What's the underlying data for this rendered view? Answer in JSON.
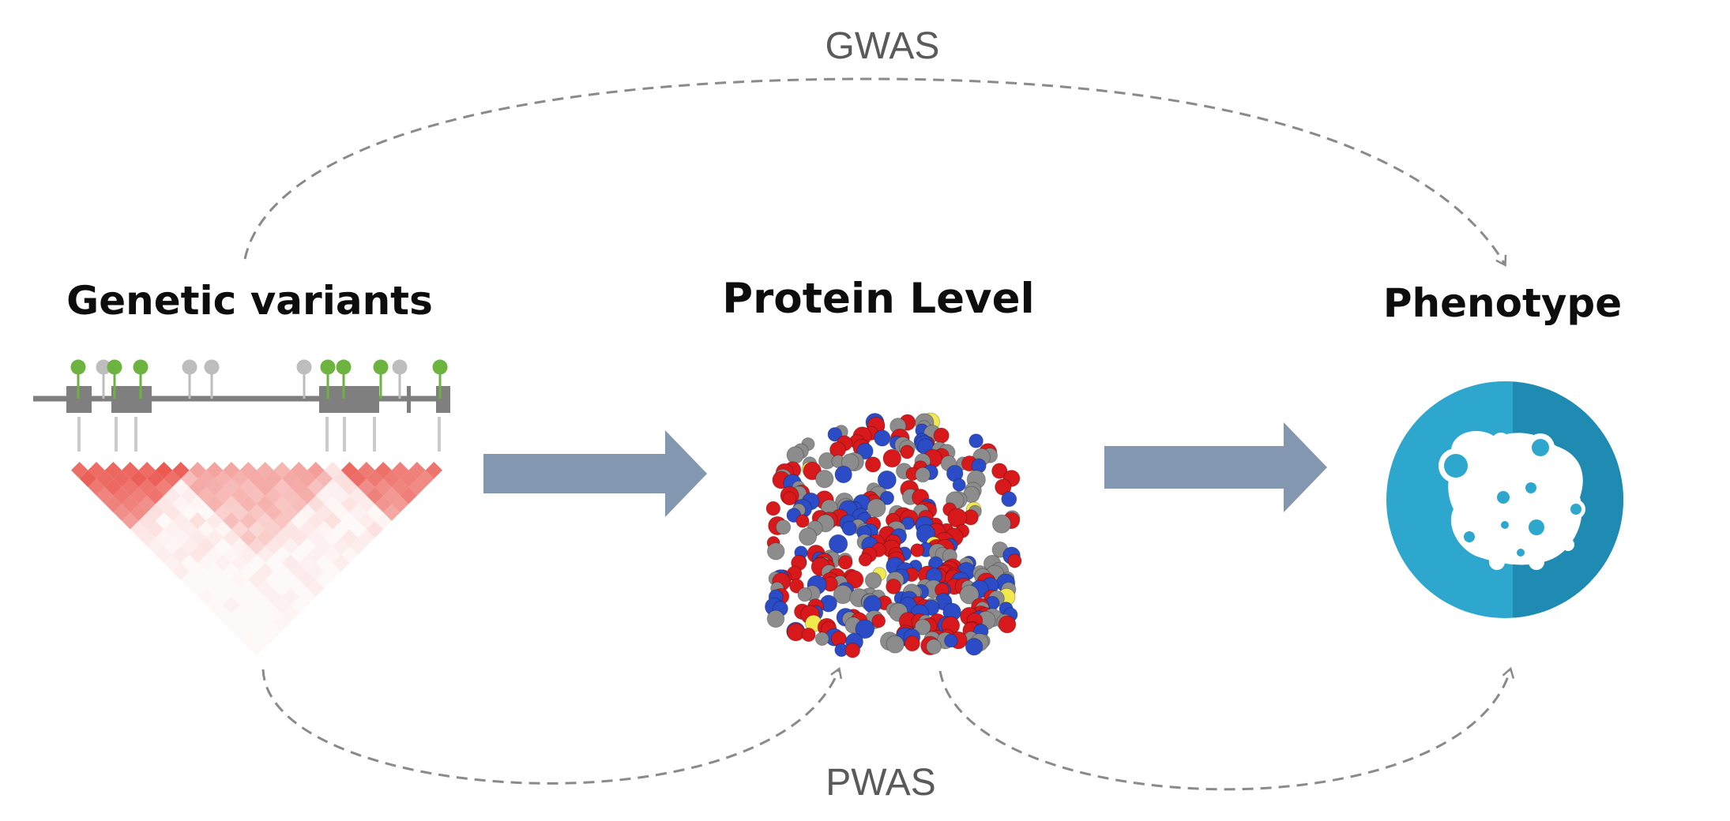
{
  "labels": {
    "gwas": "GWAS",
    "pwas": "PWAS",
    "genetic_variants": "Genetic variants",
    "protein_level": "Protein Level",
    "phenotype": "Phenotype"
  },
  "colors": {
    "title": "#0d0d0d",
    "flow_label": "#5a5a5a",
    "dashed_arrow": "#8a8a8a",
    "block_arrow": "#8497b0",
    "variant_green": "#6db33f",
    "variant_gray": "#bdbdbd",
    "gene_line": "#7f7f7f",
    "ld_red": "#e8453c",
    "atom_red": "#d7191c",
    "atom_blue": "#2b4cc6",
    "atom_gray": "#8c8c8c",
    "atom_yellow": "#f2e94e",
    "cell_light": "#2ea7cf",
    "cell_dark": "#1f8bb3",
    "cell_white": "#ffffff"
  },
  "icons": {
    "variants": "gene-variants-ld-heatmap",
    "protein": "protein-space-filling-model",
    "phenotype": "cell-icon"
  }
}
